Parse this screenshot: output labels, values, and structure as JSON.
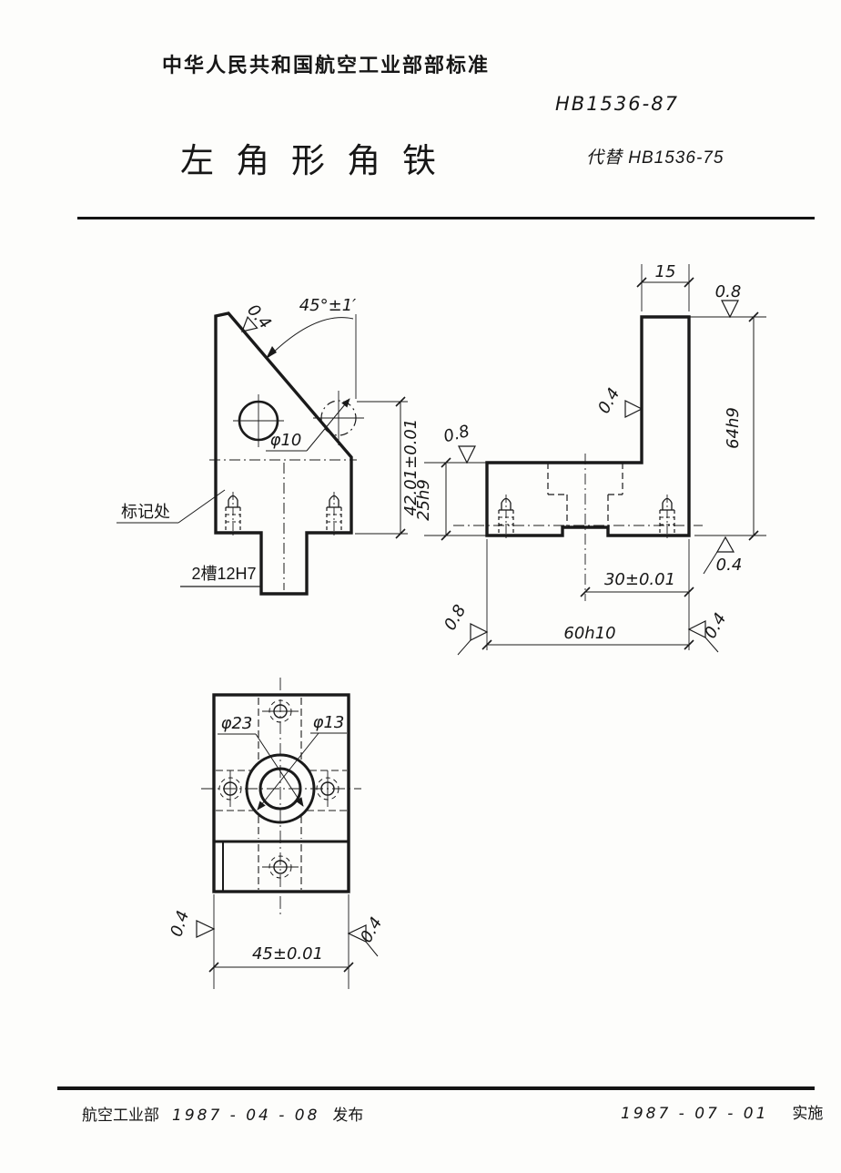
{
  "header": {
    "org_line": "中华人民共和国航空工业部部标准",
    "standard_no": "HB1536-87",
    "title": "左角形角铁",
    "replaces": "代替 HB1536-75"
  },
  "front_view": {
    "surface_finish_diagonal": "0.4",
    "angle_dim": "45°±1′",
    "hole_dia": "φ10",
    "height_dim": "42.01±0.01",
    "marking_label": "标记处",
    "slot_label": "2槽12H7"
  },
  "side_view": {
    "top_width_dim": "15",
    "surface_finish_top": "0.8",
    "surface_finish_leg_left": "0.4",
    "height_dim": "64h9",
    "surface_finish_shelf": "0.8",
    "shelf_height_dim": "25h9",
    "surface_finish_bottom_edge": "0.4",
    "slot_offset_dim": "30±0.01",
    "base_width_dim": "60h10",
    "surface_finish_base_left": "0.8",
    "surface_finish_base_right": "0.4"
  },
  "plan_view": {
    "counterbore_dia": "φ23",
    "hole_dia": "φ13",
    "width_dim": "45±0.01",
    "surface_finish_left": "0.4",
    "surface_finish_right": "0.4"
  },
  "footer": {
    "issuer": "航空工业部",
    "issue_date": "1987 - 04 - 08",
    "issue_action": "发布",
    "impl_date": "1987 - 07 - 01",
    "impl_action": "实施"
  },
  "colors": {
    "ink": "#1a1a1a",
    "paper": "#fdfdfb"
  }
}
